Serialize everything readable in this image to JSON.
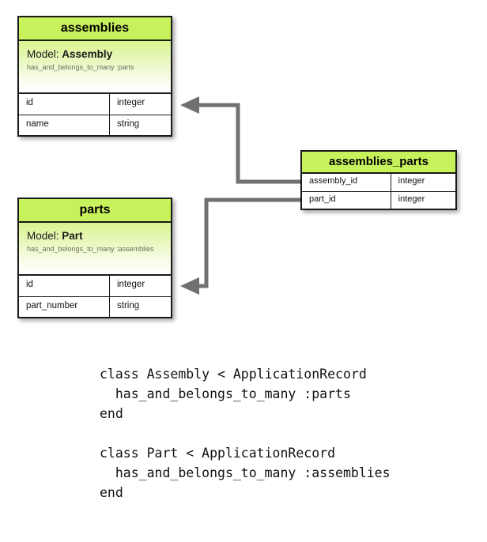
{
  "diagram": {
    "title_hidden": "",
    "tables": [
      {
        "id": "assemblies",
        "name": "assemblies",
        "model_label": "Model:",
        "model_name": "Assembly",
        "association": "has_and_belongs_to_many :parts",
        "fields": [
          {
            "name": "id",
            "type": "integer"
          },
          {
            "name": "name",
            "type": "string"
          }
        ]
      },
      {
        "id": "parts",
        "name": "parts",
        "model_label": "Model:",
        "model_name": "Part",
        "association": "has_and_belongs_to_many :assemblies",
        "fields": [
          {
            "name": "id",
            "type": "integer"
          },
          {
            "name": "part_number",
            "type": "string"
          }
        ]
      },
      {
        "id": "assemblies_parts",
        "name": "assemblies_parts",
        "fields": [
          {
            "name": "assembly_id",
            "type": "integer"
          },
          {
            "name": "part_id",
            "type": "integer"
          }
        ]
      }
    ],
    "relations": [
      {
        "id": "rel-assembly-id",
        "from": "assemblies_parts.assembly_id",
        "to": "assemblies.id"
      },
      {
        "id": "rel-part-id",
        "from": "assemblies_parts.part_id",
        "to": "parts.id"
      }
    ],
    "colors": {
      "header_green": "#c8f25c",
      "model_gradient_top": "#d9f48e",
      "model_gradient_bottom": "#ffffff",
      "border": "#1a1a1a",
      "connector": "#707070",
      "association_text": "#6d6d5f",
      "code_text": "#121212",
      "background": "#ffffff"
    }
  },
  "code": {
    "line1": "class Assembly < ApplicationRecord",
    "line2": "  has_and_belongs_to_many :parts",
    "line3": "end",
    "line4": "",
    "line5": "class Part < ApplicationRecord",
    "line6": "  has_and_belongs_to_many :assemblies",
    "line7": "end"
  }
}
